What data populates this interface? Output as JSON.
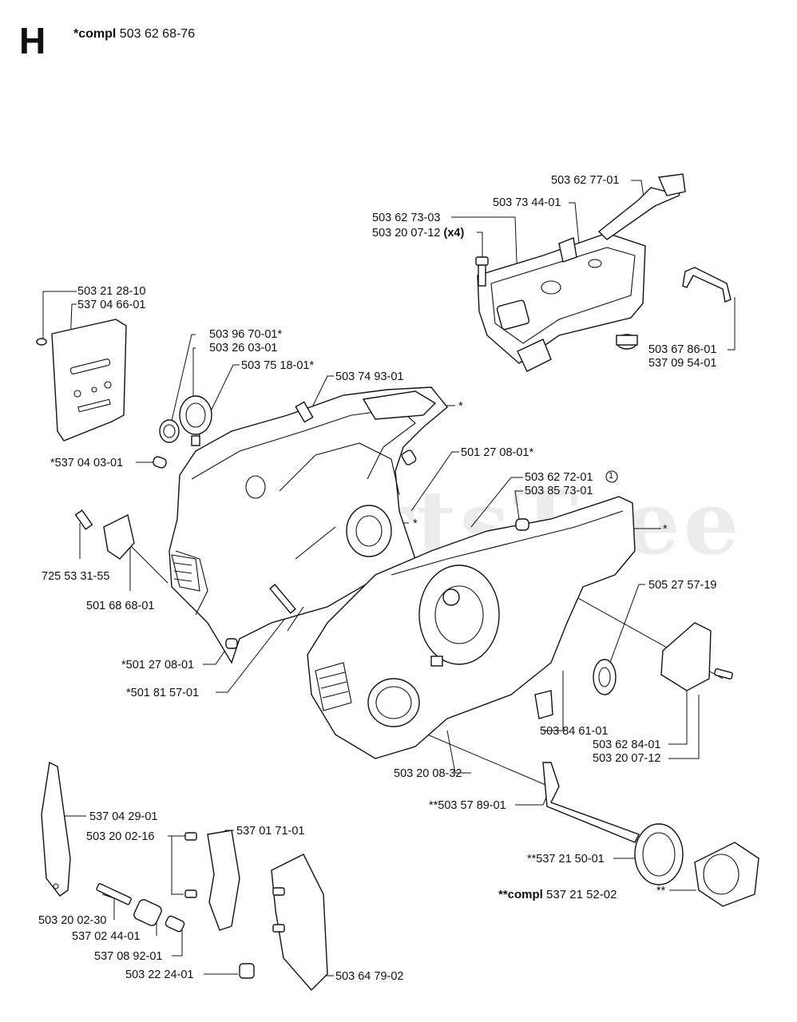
{
  "header": {
    "section_letter": "H",
    "compl_prefix": "*compl",
    "compl_number": "503 62 68-76"
  },
  "footer": {
    "compl_prefix": "**compl",
    "compl_number": "537 21 52-02"
  },
  "watermark": "PartsTree",
  "labels": [
    {
      "id": "l1",
      "text": "503 62 77-01"
    },
    {
      "id": "l2",
      "text": "503 73 44-01"
    },
    {
      "id": "l3",
      "text": "503 62 73-03"
    },
    {
      "id": "l4a",
      "text": "503 20 07-12"
    },
    {
      "id": "l4b",
      "text": "(x4)"
    },
    {
      "id": "l5",
      "text": "503 21 28-10"
    },
    {
      "id": "l6",
      "text": "537 04 66-01"
    },
    {
      "id": "l7",
      "text": "503 96 70-01*"
    },
    {
      "id": "l8",
      "text": "503 26 03-01"
    },
    {
      "id": "l9",
      "text": "503 75 18-01*"
    },
    {
      "id": "l10",
      "text": "503 74 93-01"
    },
    {
      "id": "l11",
      "text": "*"
    },
    {
      "id": "l12",
      "text": "503 67 86-01"
    },
    {
      "id": "l13",
      "text": "537 09 54-01"
    },
    {
      "id": "l14",
      "text": "*537 04 03-01"
    },
    {
      "id": "l15",
      "text": "501 27 08-01*"
    },
    {
      "id": "l16",
      "text": "503 62 72-01"
    },
    {
      "id": "l17",
      "text": "503 85 73-01"
    },
    {
      "id": "l18",
      "text": "*"
    },
    {
      "id": "l19",
      "text": "*"
    },
    {
      "id": "l20",
      "text": "725 53 31-55"
    },
    {
      "id": "l21",
      "text": "501 68 68-01"
    },
    {
      "id": "l22",
      "text": "505 27 57-19"
    },
    {
      "id": "l23",
      "text": "*501 27 08-01"
    },
    {
      "id": "l24",
      "text": "*501 81 57-01"
    },
    {
      "id": "l25",
      "text": "503 84 61-01"
    },
    {
      "id": "l26",
      "text": "503 62 84-01"
    },
    {
      "id": "l27",
      "text": "503 20 07-12"
    },
    {
      "id": "l28",
      "text": "503 20 08-32"
    },
    {
      "id": "l29",
      "text": "537 04 29-01"
    },
    {
      "id": "l30",
      "text": "**503 57 89-01"
    },
    {
      "id": "l31",
      "text": "503 20 02-16"
    },
    {
      "id": "l32",
      "text": "537 01 71-01"
    },
    {
      "id": "l33",
      "text": "**537 21 50-01"
    },
    {
      "id": "l34",
      "text": "**"
    },
    {
      "id": "l35",
      "text": "503 20 02-30"
    },
    {
      "id": "l36",
      "text": "537 02 44-01"
    },
    {
      "id": "l37",
      "text": "537 08 92-01"
    },
    {
      "id": "l38",
      "text": "503 22 24-01"
    },
    {
      "id": "l39",
      "text": "503 64 79-02"
    }
  ],
  "circled_marker": "1"
}
